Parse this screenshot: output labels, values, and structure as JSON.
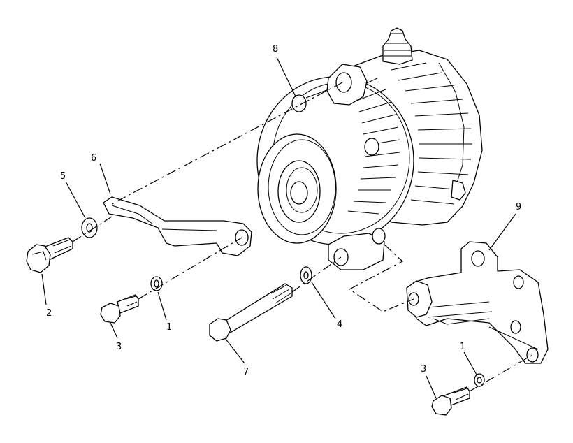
{
  "callouts": {
    "c1a": "1",
    "c1b": "1",
    "c2": "2",
    "c3a": "3",
    "c3b": "3",
    "c4": "4",
    "c5": "5",
    "c6": "6",
    "c7": "7",
    "c8": "8",
    "c9": "9"
  }
}
